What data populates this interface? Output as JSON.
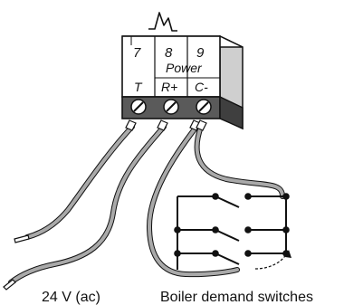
{
  "terminal_block": {
    "terminal_numbers": [
      "7",
      "8",
      "9"
    ],
    "group_label": "Power",
    "terminal_labels": [
      "T",
      "R+",
      "C-"
    ]
  },
  "captions": {
    "supply": "24 V (ac)",
    "switches": "Boiler demand switches"
  },
  "colors": {
    "wire": "#a9a9a9",
    "block_dark": "#5a5a5a",
    "outline": "#111111"
  }
}
